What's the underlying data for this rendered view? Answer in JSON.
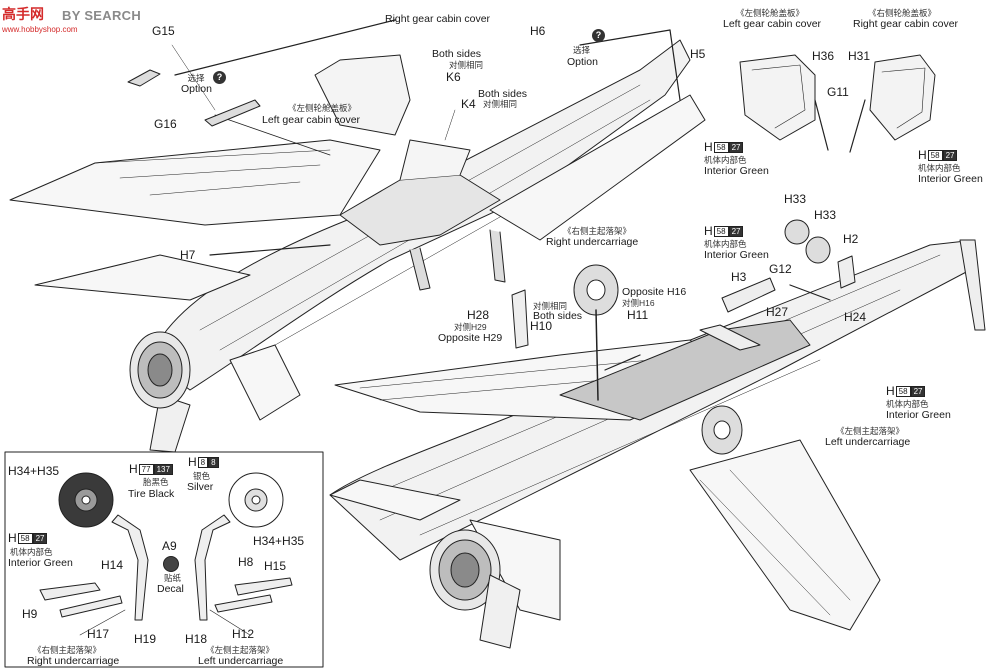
{
  "header": {
    "logo_text": "高手网",
    "logo_domain": "www.hobbyshop.com",
    "watermark": "BY SEARCH"
  },
  "callouts": {
    "right_gear_cabin_cover_top": {
      "en": "Right gear cabin cover"
    },
    "left_gear_cabin_cover_mid": {
      "zh": "《左侧轮舱盖板》",
      "en": "Left gear cabin cover"
    },
    "option_left": {
      "zh": "选择",
      "en": "Option",
      "icon": "?"
    },
    "option_right": {
      "zh": "选择",
      "en": "Option",
      "icon": "?"
    },
    "both_sides_k6": {
      "en": "Both sides",
      "zh": "对侧相同"
    },
    "both_sides_k4": {
      "en": "Both sides",
      "zh": "对侧相同"
    },
    "inset_left_cover": {
      "zh": "《左侧轮舱盖板》",
      "en": "Left gear cabin cover"
    },
    "inset_right_cover": {
      "zh": "《右侧轮舱盖板》",
      "en": "Right gear cabin cover"
    },
    "right_undercarriage_main": {
      "zh": "《右侧主起落架》",
      "en": "Right undercarriage"
    },
    "opposite_h16": {
      "en": "Opposite H16",
      "zh": "对侧H16"
    },
    "both_sides_h10": {
      "zh": "对侧相同",
      "en": "Both sides"
    },
    "opposite_h29": {
      "zh": "对侧H29",
      "en": "Opposite H29"
    },
    "left_undercarriage_main": {
      "zh": "《左侧主起落架》",
      "en": "Left undercarriage"
    },
    "bottom_right_undercarriage": {
      "zh": "《右侧主起落架》",
      "en": "Right undercarriage"
    },
    "bottom_left_undercarriage": {
      "zh": "《左侧主起落架》",
      "en": "Left undercarriage"
    },
    "decal": {
      "zh": "贴纸",
      "en": "Decal"
    }
  },
  "parts": {
    "g15": "G15",
    "g16": "G16",
    "h7": "H7",
    "h6": "H6",
    "h5": "H5",
    "k6": "K6",
    "k4": "K4",
    "h36": "H36",
    "h31": "H31",
    "g11": "G11",
    "h33a": "H33",
    "h33b": "H33",
    "h2": "H2",
    "g12": "G12",
    "h3": "H3",
    "h27": "H27",
    "h24": "H24",
    "h28": "H28",
    "h10": "H10",
    "h11": "H11",
    "h34h35_l": "H34+H35",
    "h34h35_r": "H34+H35",
    "a9": "A9",
    "h14": "H14",
    "h9": "H9",
    "h17": "H17",
    "h19": "H19",
    "h18": "H18",
    "h8": "H8",
    "h15": "H15",
    "h12": "H12"
  },
  "paints": {
    "interior_green_1": {
      "code": "H",
      "a": "58",
      "b": "27",
      "zh": "机体内部色",
      "en": "Interior Green"
    },
    "interior_green_2": {
      "code": "H",
      "a": "58",
      "b": "27",
      "zh": "机体内部色",
      "en": "Interior Green"
    },
    "interior_green_3": {
      "code": "H",
      "a": "58",
      "b": "27",
      "zh": "机体内部色",
      "en": "Interior Green"
    },
    "interior_green_4": {
      "code": "H",
      "a": "58",
      "b": "27",
      "zh": "机体内部色",
      "en": "Interior Green"
    },
    "interior_green_5": {
      "code": "H",
      "a": "58",
      "b": "27",
      "zh": "机体内部色",
      "en": "Interior Green"
    },
    "tire_black": {
      "code": "H",
      "a": "77",
      "b": "137",
      "zh": "胎黑色",
      "en": "Tire Black"
    },
    "silver": {
      "code": "H",
      "a": "8",
      "b": "8",
      "zh": "银色",
      "en": "Silver"
    }
  },
  "colors": {
    "line": "#222222",
    "accent": "#d42a2a",
    "paper": "#ffffff",
    "tire": "#3a3a3a"
  },
  "icons": [
    "option-question-icon",
    "decal-icon",
    "wheel-icon"
  ]
}
